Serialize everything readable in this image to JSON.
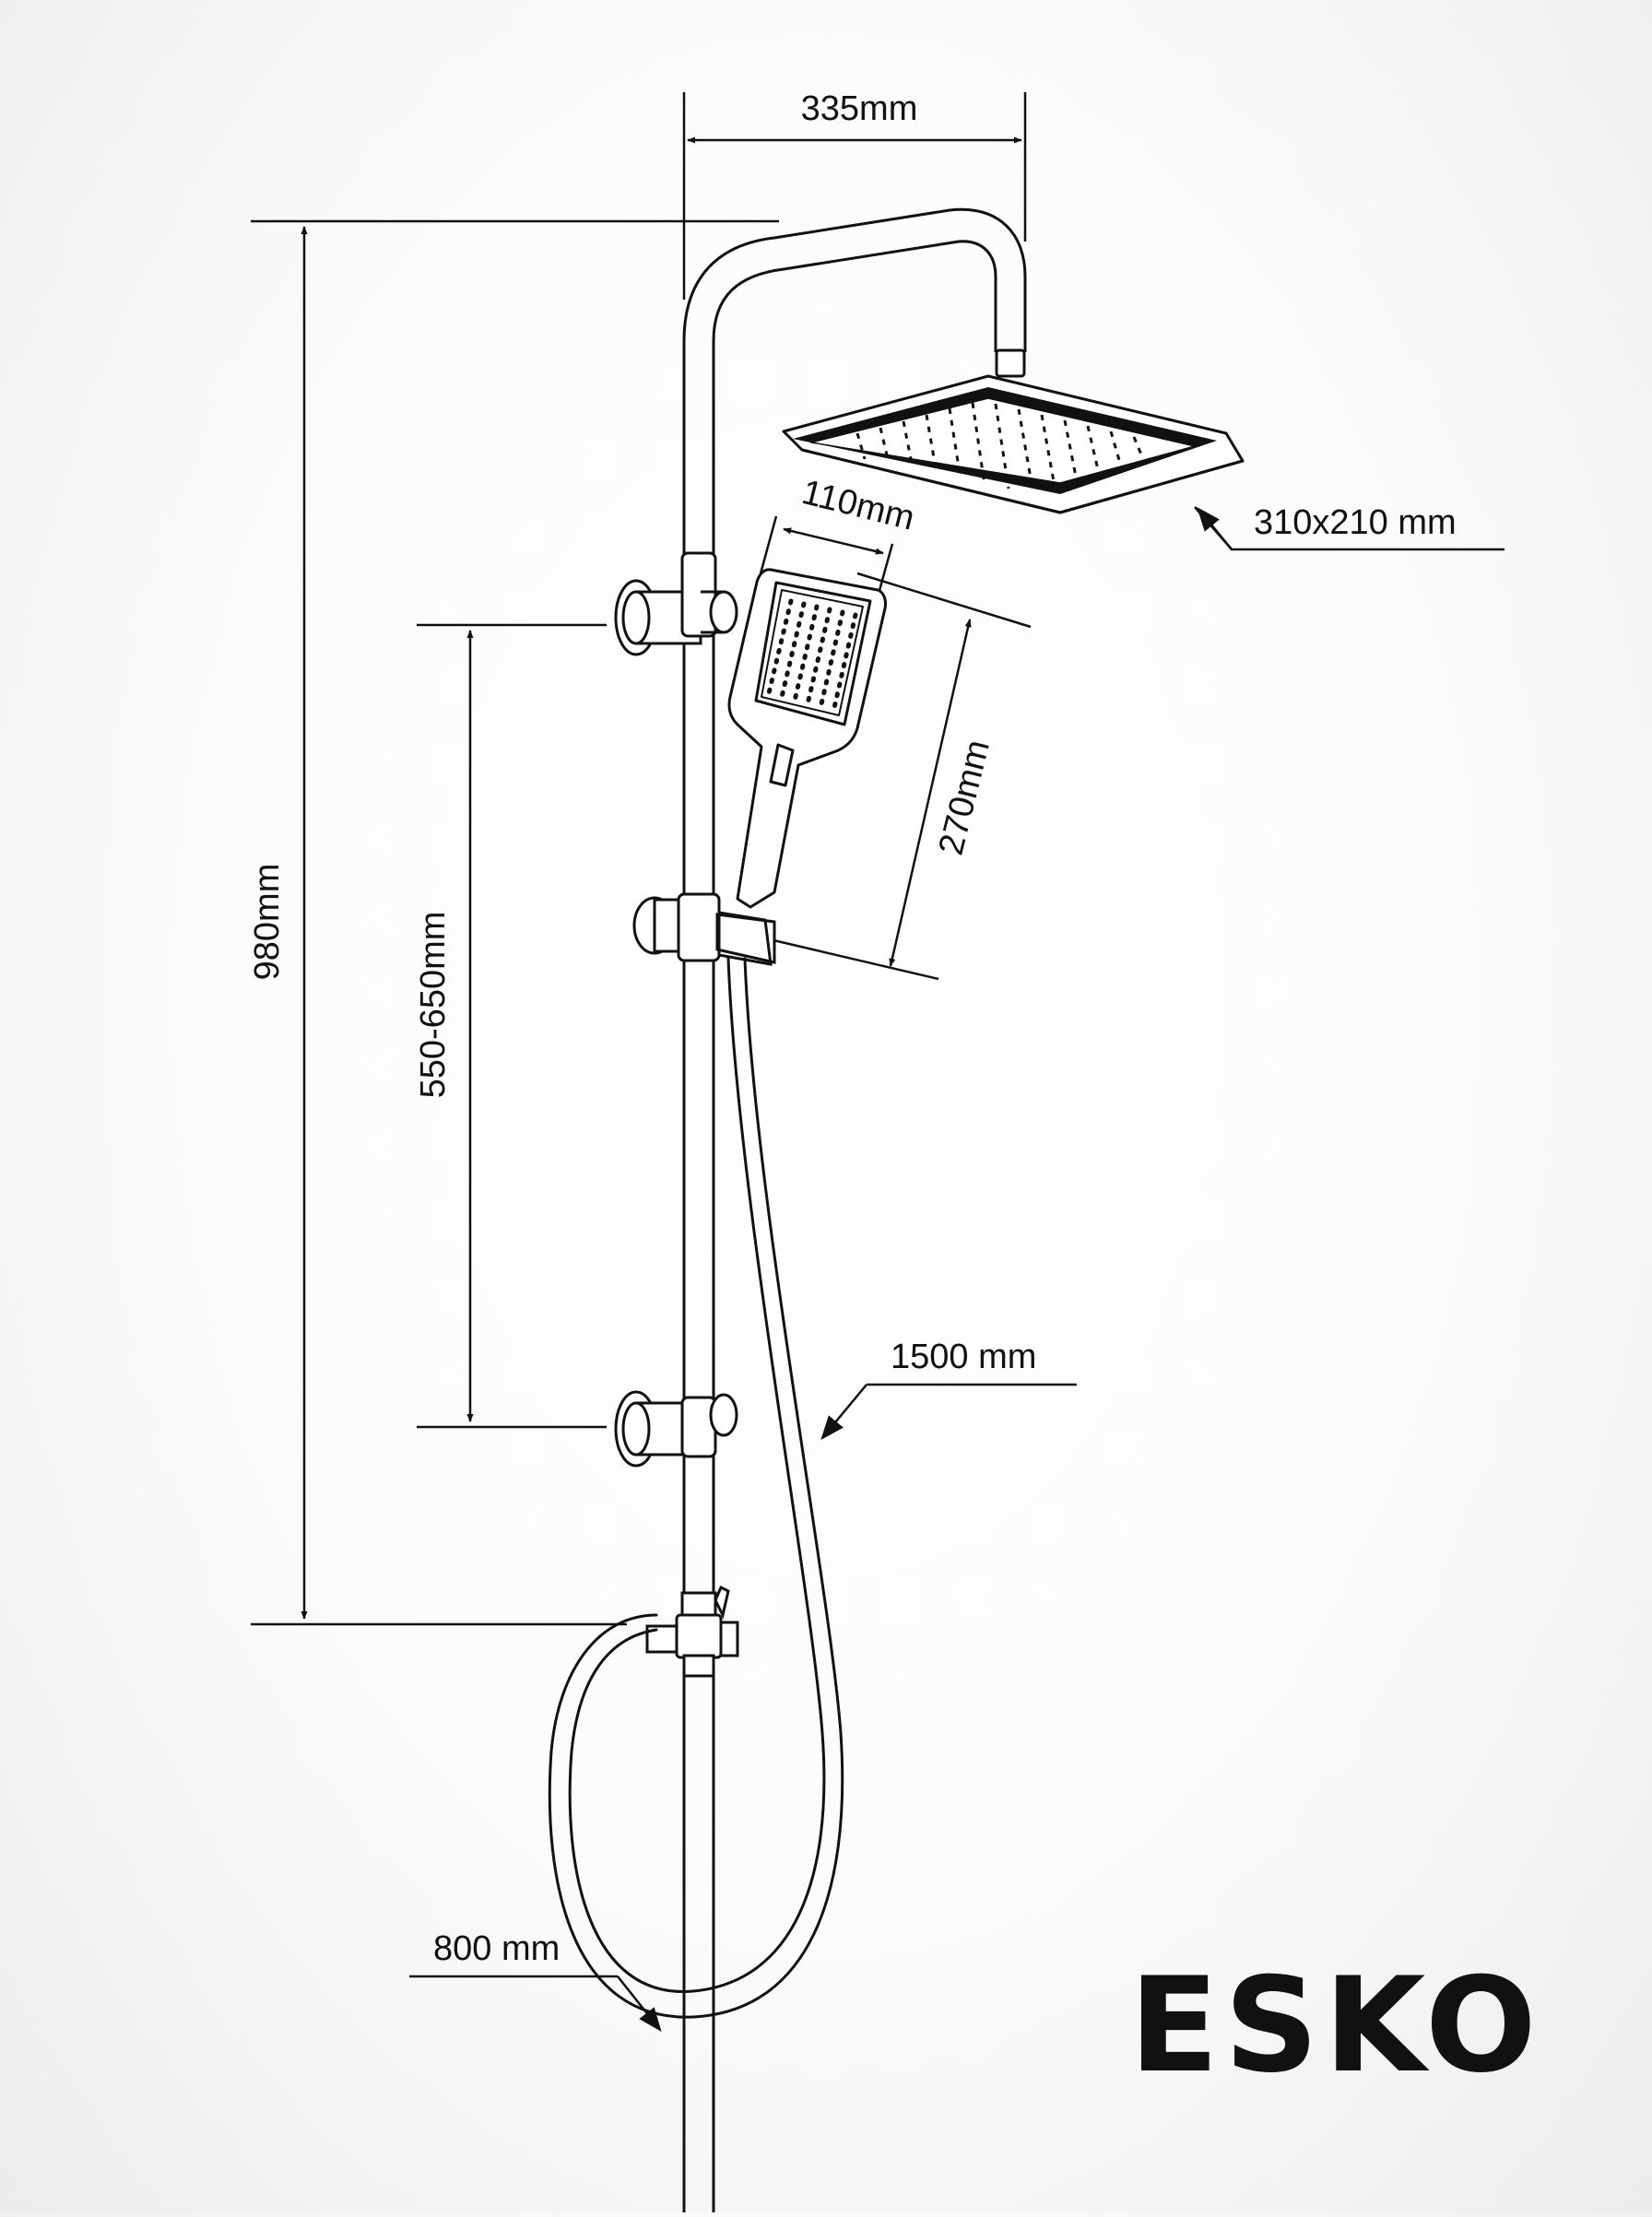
{
  "dimensions": {
    "arm_reach": "335mm",
    "head_size": "310x210 mm",
    "hand_width": "110mm",
    "hand_length": "270mm",
    "total_height": "980mm",
    "holder_range": "550-650mm",
    "hose_length": "1500 mm",
    "bottom_length": "800 mm"
  },
  "brand": {
    "name": "ESKO",
    "color": "#2aa6e3"
  },
  "colors": {
    "line": "#111111",
    "background": "#ffffff"
  }
}
